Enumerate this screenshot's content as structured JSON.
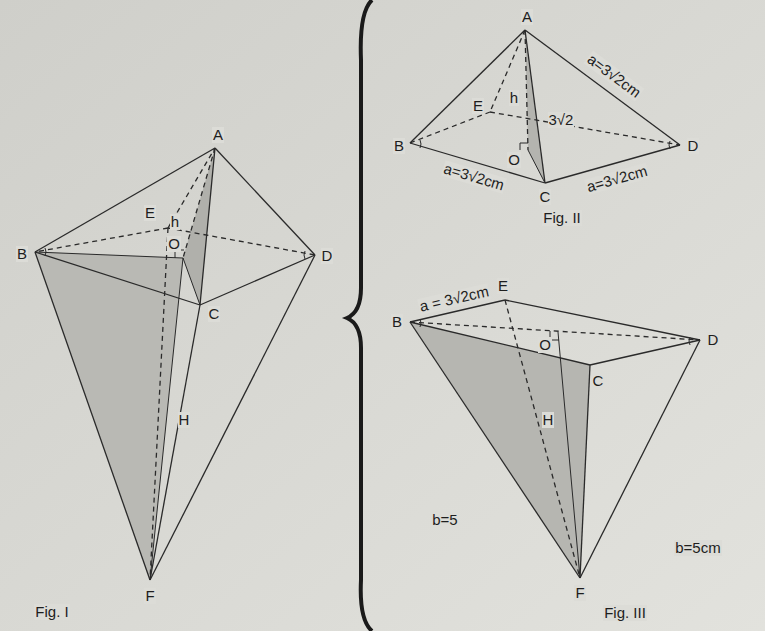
{
  "diagram": {
    "labels": [
      "A",
      "E",
      "h",
      "B",
      "O",
      "D",
      "C",
      "H",
      "F",
      "Fig. I",
      "A",
      "a=3√2cm",
      "E",
      "h",
      "3√2",
      "B",
      "O",
      "D",
      "C",
      "a=3√2cm",
      "a=3√2cm",
      "Fig. II",
      "E",
      "B",
      "a = 3√2cm",
      "O",
      "D",
      "C",
      "b=5",
      "H",
      "b=5cm",
      "F",
      "Fig. III"
    ]
  }
}
